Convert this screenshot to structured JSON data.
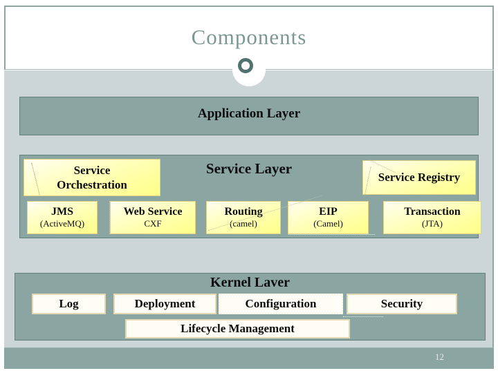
{
  "slide": {
    "title": "Components",
    "page_number": "12"
  },
  "colors": {
    "panel_teal": "#8ba6a2",
    "content_background": "#ccd5d8",
    "box_yellow": "#ffff99",
    "title_color": "#7c9793",
    "ring_accent": "#50736f"
  },
  "application_layer": {
    "label": "Application Layer"
  },
  "service_layer": {
    "title": "Service Layer",
    "orchestration_label": "Service Orchestration",
    "registry_label": "Service Registry",
    "components": [
      {
        "name": "JMS",
        "impl": "(ActiveMQ)"
      },
      {
        "name": "Web Service",
        "impl": "CXF"
      },
      {
        "name": "Routing",
        "impl": "(camel)"
      },
      {
        "name": "EIP",
        "impl": "(Camel)"
      },
      {
        "name": "Transaction",
        "impl": "(JTA)"
      }
    ]
  },
  "kernel_layer": {
    "title": "Kernel Laver",
    "modules": [
      "Log",
      "Deployment",
      "Configuration",
      "Security"
    ],
    "lifecycle_label": "Lifecycle Management"
  }
}
